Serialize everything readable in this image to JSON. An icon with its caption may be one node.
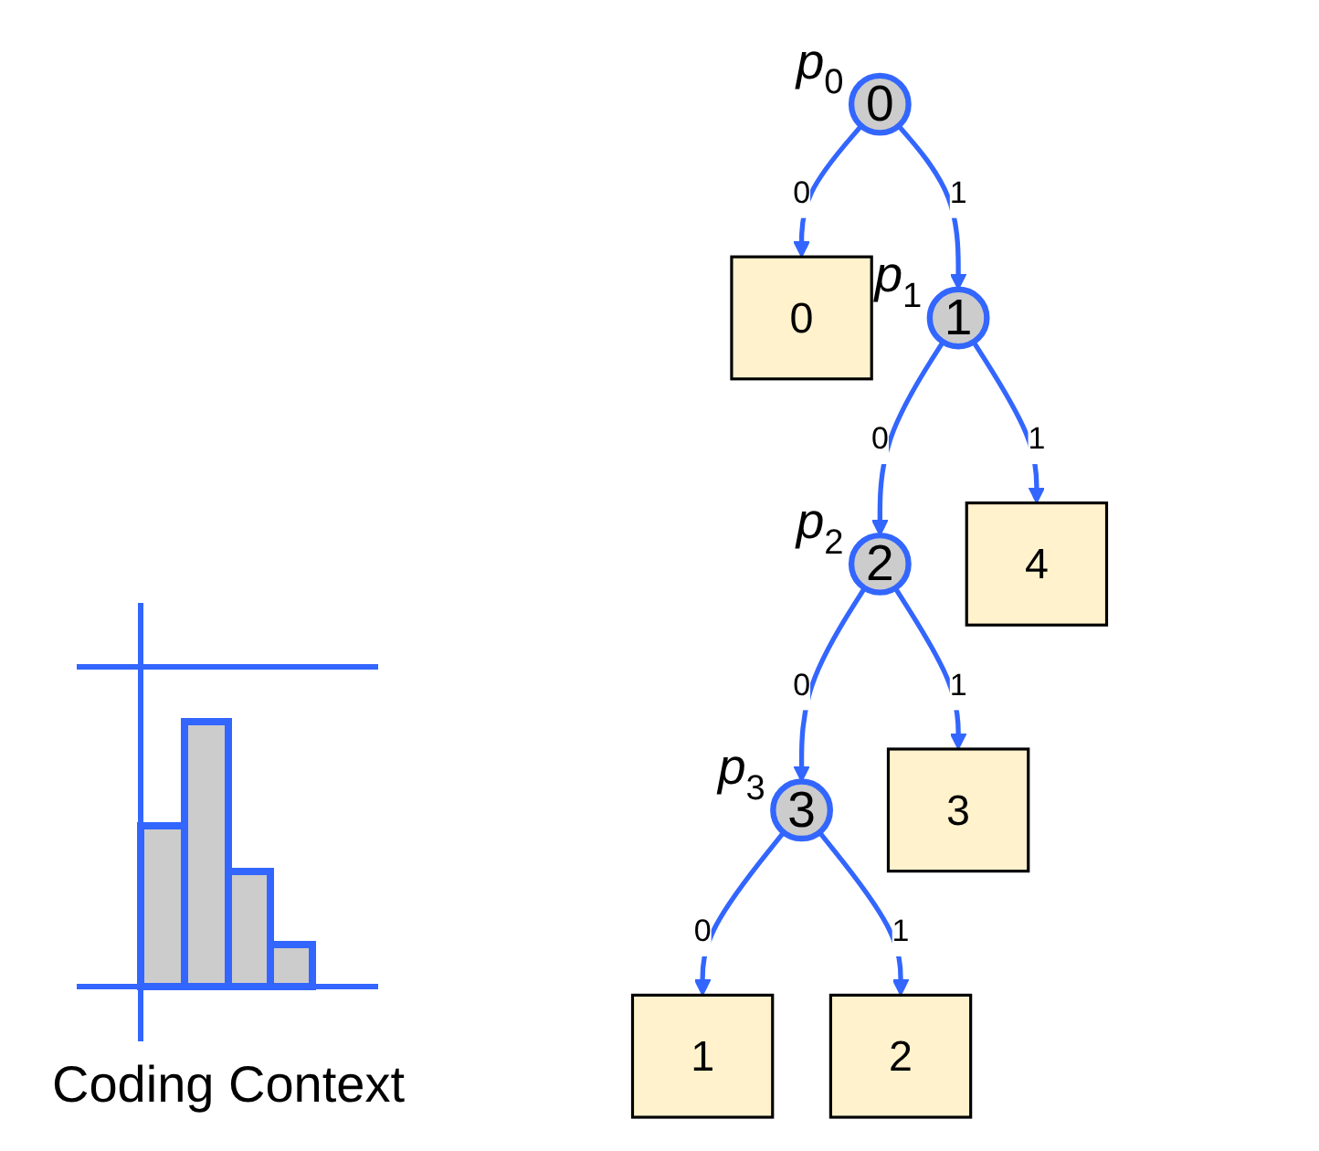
{
  "diagram": {
    "nodes": [
      {
        "text": [
          "0"
        ],
        "beside": [
          "*p*$_{0}$"
        ]
      },
      {
        "text": [
          "0"
        ]
      },
      {
        "text": [
          "1"
        ],
        "beside": [
          "*p*$_{1}$"
        ]
      },
      {
        "text": [
          "2"
        ],
        "beside": [
          "*p*$_{2}$"
        ]
      },
      {
        "text": [
          "4"
        ]
      },
      {
        "text": [
          "3"
        ],
        "beside": [
          "*p*$_{3}$"
        ]
      },
      {
        "text": [
          "3"
        ]
      },
      {
        "text": [
          "1"
        ]
      },
      {
        "text": [
          "2"
        ]
      }
    ],
    "edges": [
      {
        "from": 0,
        "to": 1,
        "arrow": "to",
        "label": "0"
      },
      {
        "from": 0,
        "to": 2,
        "arrow": "to",
        "label": "1"
      },
      {
        "from": 2,
        "to": 3,
        "arrow": "to",
        "label": "0"
      },
      {
        "from": 2,
        "to": 4,
        "arrow": "to",
        "label": "1"
      },
      {
        "from": 3,
        "to": 5,
        "arrow": "to",
        "label": "0"
      },
      {
        "from": 3,
        "to": 6,
        "arrow": "to",
        "label": "1"
      },
      {
        "from": 5,
        "to": 7,
        "arrow": "to",
        "label": "0"
      },
      {
        "from": 5,
        "to": 8,
        "arrow": "to",
        "label": "1"
      }
    ],
    "labels": [
      "Coding Context"
    ]
  }
}
